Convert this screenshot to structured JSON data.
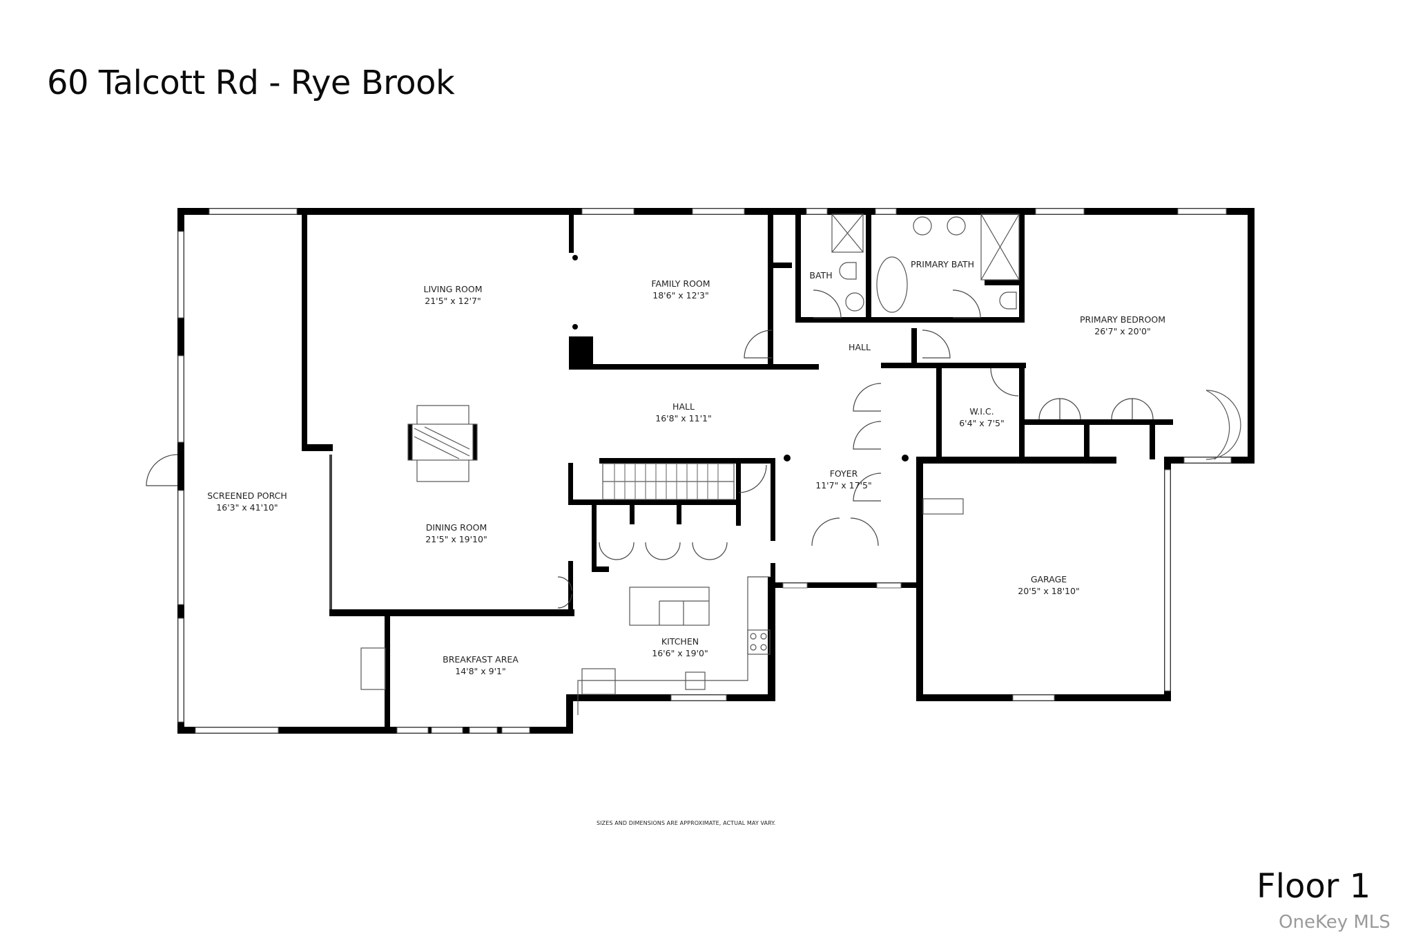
{
  "header": {
    "title": "60 Talcott Rd - Rye Brook"
  },
  "floor": {
    "label": "Floor 1"
  },
  "disclaimer": "SIZES AND DIMENSIONS ARE APPROXIMATE, ACTUAL MAY VARY.",
  "watermark": "OneKey MLS",
  "rooms": [
    {
      "name": "LIVING ROOM",
      "dimensions": "21'5\" x 12'7\""
    },
    {
      "name": "FAMILY ROOM",
      "dimensions": "18'6\" x 12'3\""
    },
    {
      "name": "BATH",
      "dimensions": ""
    },
    {
      "name": "PRIMARY BATH",
      "dimensions": ""
    },
    {
      "name": "PRIMARY BEDROOM",
      "dimensions": "26'7\" x 20'0\""
    },
    {
      "name": "HALL",
      "dimensions": ""
    },
    {
      "name": "HALL",
      "dimensions": "16'8\" x 11'1\""
    },
    {
      "name": "W.I.C.",
      "dimensions": "6'4\" x 7'5\""
    },
    {
      "name": "FOYER",
      "dimensions": "11'7\" x 17'5\""
    },
    {
      "name": "SCREENED PORCH",
      "dimensions": "16'3\" x 41'10\""
    },
    {
      "name": "DINING ROOM",
      "dimensions": "21'5\" x 19'10\""
    },
    {
      "name": "GARAGE",
      "dimensions": "20'5\" x 18'10\""
    },
    {
      "name": "KITCHEN",
      "dimensions": "16'6\" x 19'0\""
    },
    {
      "name": "BREAKFAST AREA",
      "dimensions": "14'8\" x 9'1\""
    }
  ],
  "colors": {
    "wall": "#000000",
    "fixture_line": "#555555",
    "background": "#ffffff",
    "watermark": "#9a9a9a"
  }
}
